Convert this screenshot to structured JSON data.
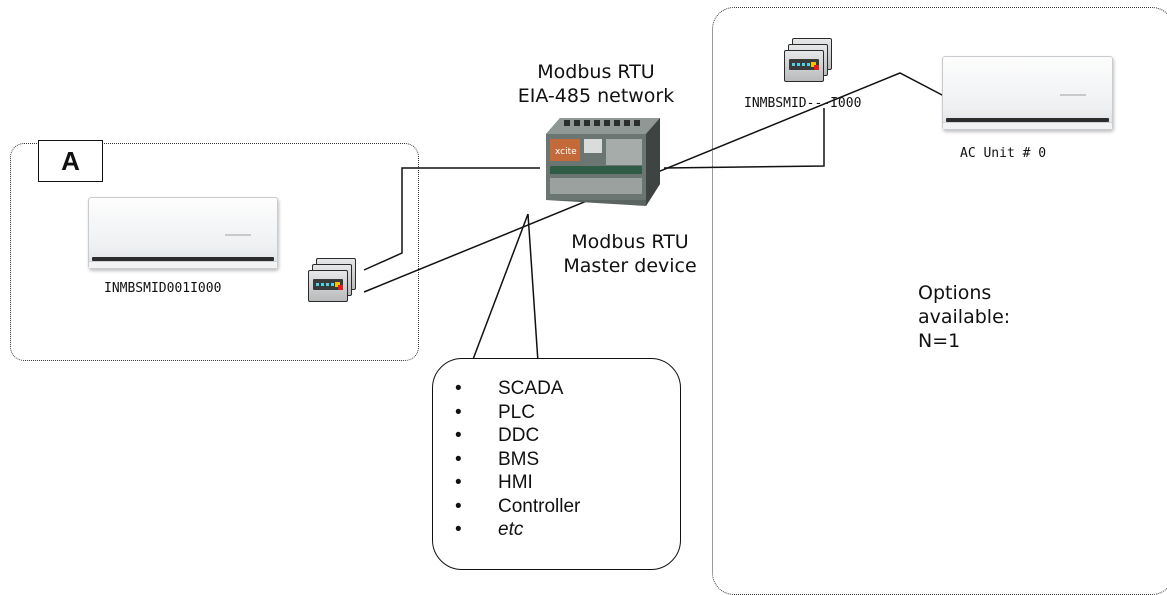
{
  "zone_a": {
    "label": "A"
  },
  "network": {
    "line1": "Modbus RTU",
    "line2": "EIA-485 network"
  },
  "master": {
    "line1": "Modbus RTU",
    "line2": "Master device",
    "brand": "xcite"
  },
  "left_unit": {
    "interface_label": "INMBSMID001I000"
  },
  "right_unit": {
    "interface_label": "INMBSMID---I000",
    "ac_label": "AC Unit # 0"
  },
  "options": {
    "line1": "Options",
    "line2": "available:",
    "line3": "N=1"
  },
  "systems": [
    "SCADA",
    "PLC",
    "DDC",
    "BMS",
    "HMI",
    "Controller",
    "etc"
  ],
  "bullet_char": "•",
  "icons": {
    "ac_unit": "ac-indoor-unit-icon",
    "interface": "modbus-interface-icon",
    "master": "plc-master-device-icon"
  },
  "colors": {
    "line": "#111111",
    "zone_border": "#333333",
    "led_red": "#e21b1b",
    "led_yellow": "#f2c500",
    "led_cyan": "#4fd3e6"
  }
}
